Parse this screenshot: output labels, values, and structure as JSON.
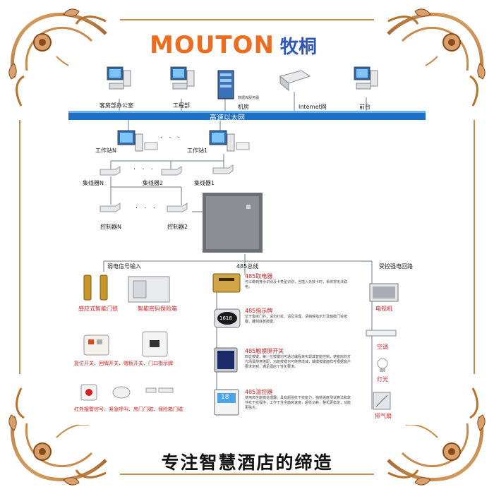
{
  "brand": {
    "latin": "MOUTON",
    "cjk": "牧桐"
  },
  "top_nodes": {
    "housekeeping": "客房部办公室",
    "engineering": "工程部",
    "data_server": "数据库服务器",
    "machine_room": "机房",
    "internet": "Internet网",
    "front_desk": "前台"
  },
  "bus": {
    "ethernet": "高速以太网"
  },
  "workstations": {
    "ws_n": "工作站N",
    "ws_1": "工作站1",
    "ellipsis": "· · ·"
  },
  "concentrators": {
    "c_n": "集线器N",
    "c_2": "集线器2",
    "c_1": "集线器1"
  },
  "controllers": {
    "k_n": "控制器N",
    "k_2": "控制器2"
  },
  "branches": {
    "weak": "弱电信号输入",
    "bus485": "485总线",
    "strong": "受控强电回路"
  },
  "left_devices": {
    "door_lock": "感应式智能门锁",
    "safe": "智能密码保险箱",
    "switches": "复位开关、回牌开关、赠板开关、门口指示牌",
    "sensors": "红外报警信号、紧急呼叫、房门门磁、保险箱门磁"
  },
  "middle_devices": {
    "card_title": "485取电器",
    "card_desc": "可以做到身份识别及卡类型识别，当插入无效卡时，系统将无法取电。",
    "indicator_title": "485指示牌",
    "indicator_desc": "位于客房门外，请勿打扰、请及清理、请稍候指示灯及触摸门铃按键，雕刻底板按键。",
    "touch_title": "485触摸屏开关",
    "touch_desc": "四位按键，每一位按键均可通过编程来实现其智能控制，使客房的灯光场景随意搭配，功能按键也可随意增减，触摸按键面样可根据客户要求定制，满足酒店个性化要求。",
    "thermo_title": "485温控器",
    "thermo_desc": "使用高性能微处理器，具有超强抗干扰能力，独特温度测试算法和软件抗干扰程序，工作于住全面高速度，超低功耗，整机更稳定，功能更强大。",
    "indicator_logo": "1618",
    "thermo_reading": "18"
  },
  "right_devices": {
    "tv": "电视机",
    "ac": "空调",
    "light": "灯光",
    "fan": "排气扇"
  },
  "slogan": "专注智慧酒店的缔造",
  "colors": {
    "brand_orange": "#ef6b1e",
    "brand_blue": "#2d57b4",
    "bus_blue": "#1d6fc4",
    "label_red": "#d42020",
    "frame_brown": "#b5722c"
  }
}
